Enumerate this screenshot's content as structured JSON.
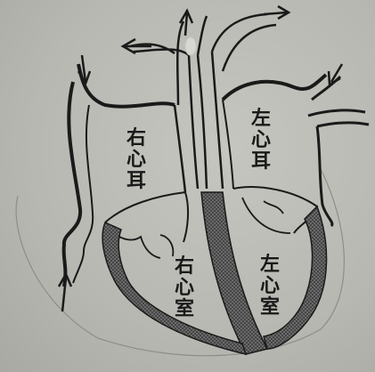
{
  "labels": {
    "right_atrium": [
      "右",
      "心",
      "耳"
    ],
    "left_atrium": [
      "左",
      "心",
      "耳"
    ],
    "right_ventricle": [
      "右",
      "心",
      "室"
    ],
    "left_ventricle": [
      "左",
      "心",
      "室"
    ]
  },
  "colors": {
    "paper": "#b9b9b3",
    "ink": "#1a1a1a",
    "septum": "#3a3a3a"
  },
  "icons": [
    "arrow-icon"
  ]
}
